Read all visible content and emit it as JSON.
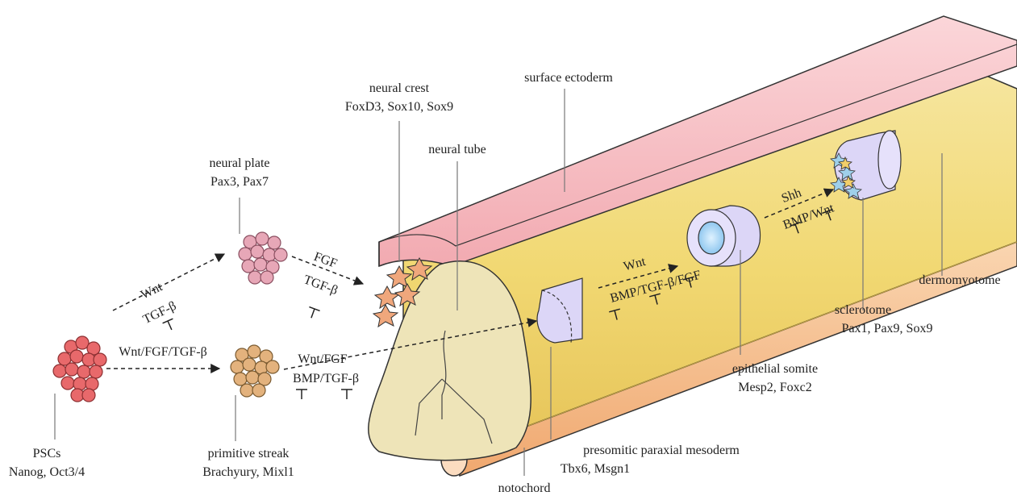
{
  "labels": {
    "pscs": "PSCs",
    "pscs_markers": "Nanog, Oct3/4",
    "primitive_streak": "primitive streak",
    "primitive_streak_markers": "Brachyury, Mixl1",
    "neural_plate": "neural plate",
    "neural_plate_markers": "Pax3, Pax7",
    "neural_crest": "neural crest",
    "neural_crest_markers": "FoxD3, Sox10, Sox9",
    "surface_ectoderm": "surface ectoderm",
    "neural_tube": "neural tube",
    "presomitic": "presomitic paraxial mesoderm",
    "presomitic_markers": "Tbx6, Msgn1",
    "notochord": "notochord",
    "epithelial_somite": "epithelial somite",
    "epithelial_somite_markers": "Mesp2, Foxc2",
    "sclerotome": "sclerotome",
    "sclerotome_markers": "Pax1, Pax9, Sox9",
    "dermomyotome": "dermomyotome"
  },
  "signals": {
    "psc_to_plate_top": "Wnt",
    "psc_to_plate_bottom": "TGF-β",
    "psc_to_streak": "Wnt/FGF/TGF-β",
    "plate_to_crest_top": "FGF",
    "plate_to_crest_bottom": "TGF-β",
    "streak_to_psm_top": "Wnt/FGF",
    "streak_to_psm_bottom": "BMP/TGF-β",
    "psm_to_somite_top": "Wnt",
    "psm_to_somite_bottom": "BMP/TGF-β/FGF",
    "somite_to_sclerotome_top": "Shh",
    "somite_to_sclerotome_bottom": "BMP/Wnt"
  },
  "colors": {
    "ectoderm": "#f6c3c8",
    "mesoderm_tube": "#f2dc7e",
    "notochord": "#f7c59b",
    "neural_tube": "#ede4b6",
    "somite": "#dcd6f7",
    "psc_cells": "#e8696b",
    "streak_cells": "#e3b27d",
    "plate_cells": "#e7a7b7",
    "crest_cells": "#f0a77c"
  }
}
